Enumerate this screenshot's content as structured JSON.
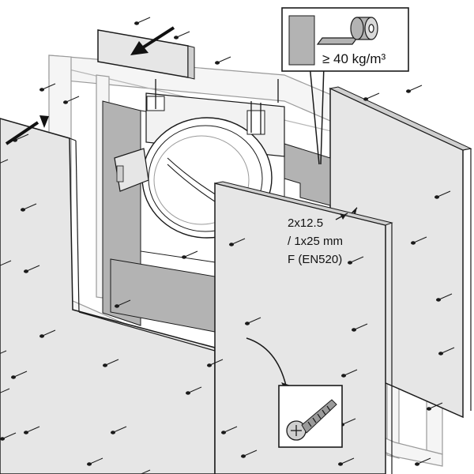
{
  "insulation_callout": {
    "density_text": "≥ 40 kg/m³",
    "density_label": "≥ 40 kg/m³"
  },
  "board_spec": {
    "line1": "2x12.5",
    "line2": "/ 1x25 mm",
    "line3": "F (EN520)"
  },
  "colors": {
    "board": "#e6e6e6",
    "board_light": "#efefef",
    "insulation": "#b3b3b3",
    "frame": "#f5f5f5",
    "stroke": "#1a1a1a"
  }
}
